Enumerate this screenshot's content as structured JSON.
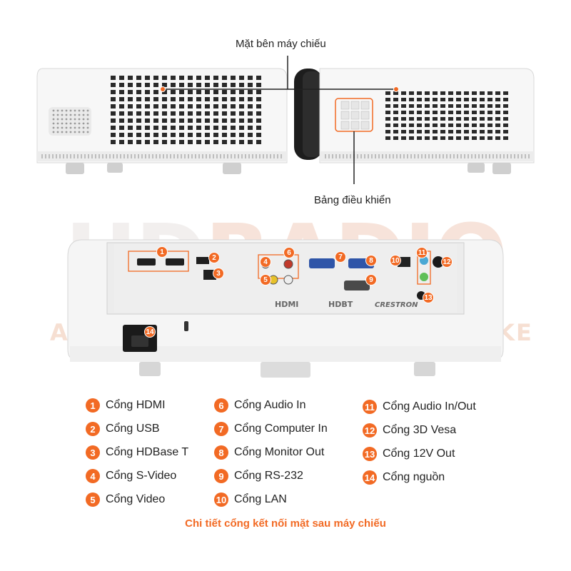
{
  "watermark": {
    "brand_part1": "HD",
    "brand_part2": "RADIO",
    "tagline": "AUDIO - HOME CINEMA - KARAOKE"
  },
  "callouts": {
    "side": "Mặt bên máy chiếu",
    "panel": "Bảng điều khiển"
  },
  "badges": [
    "1",
    "2",
    "3",
    "4",
    "5",
    "6",
    "7",
    "8",
    "9",
    "10",
    "11",
    "12",
    "13",
    "14"
  ],
  "rear_panel_logos": {
    "hdmi": "HDMI",
    "hdbaset": "HDBT",
    "crestron": "CRESTRON"
  },
  "legend": [
    {
      "num": "1",
      "label": "Cổng HDMI"
    },
    {
      "num": "2",
      "label": "Cổng USB"
    },
    {
      "num": "3",
      "label": "Cổng HDBase T"
    },
    {
      "num": "4",
      "label": "Cổng S-Video"
    },
    {
      "num": "5",
      "label": "Cổng Video"
    },
    {
      "num": "6",
      "label": "Cổng Audio In"
    },
    {
      "num": "7",
      "label": "Cổng Computer In"
    },
    {
      "num": "8",
      "label": "Cổng Monitor Out"
    },
    {
      "num": "9",
      "label": "Cổng RS-232"
    },
    {
      "num": "10",
      "label": "Cổng LAN"
    },
    {
      "num": "11",
      "label": "Cổng Audio In/Out"
    },
    {
      "num": "12",
      "label": "Cổng 3D Vesa"
    },
    {
      "num": "13",
      "label": "Cổng 12V Out"
    },
    {
      "num": "14",
      "label": "Cổng nguồn"
    }
  ],
  "caption": "Chi tiết cổng kết nối mặt sau máy chiếu",
  "colors": {
    "accent": "#f26a24",
    "body": "#f4f4f4",
    "dark": "#333333"
  }
}
